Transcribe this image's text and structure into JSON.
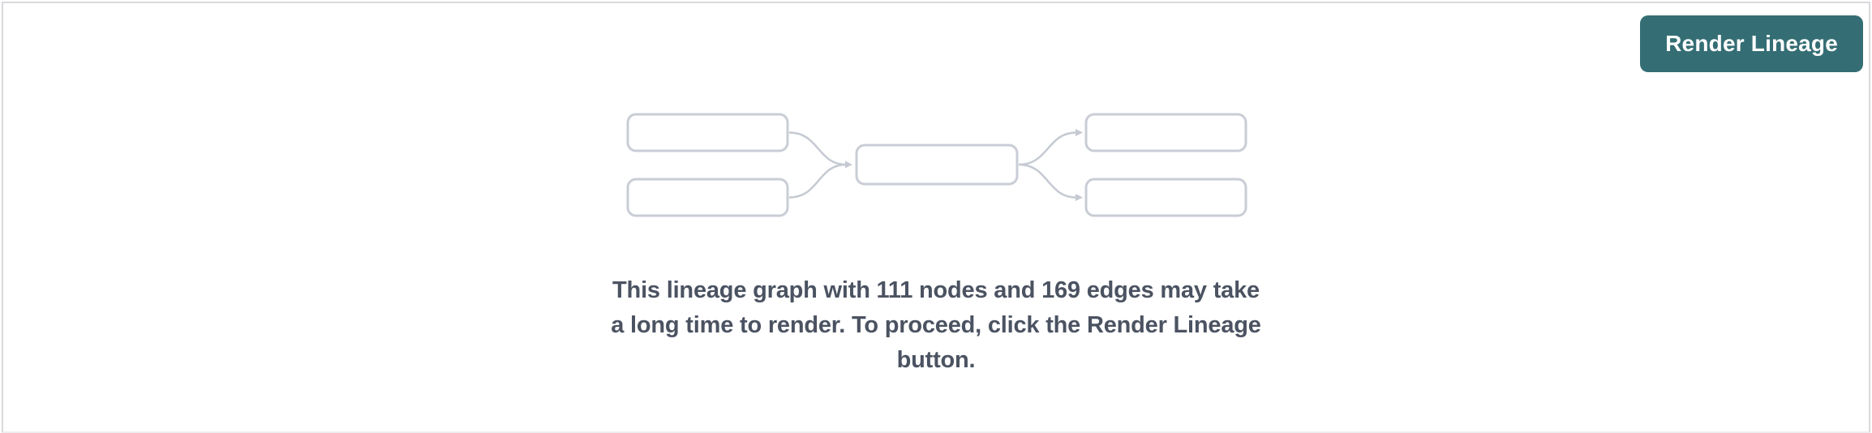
{
  "colors": {
    "accent_teal": "#346e74",
    "panel_border": "#d9d9dd",
    "panel_border_bottom": "#ededf0",
    "box_border": "#c9cdd5",
    "arrow": "#c5cad2",
    "message_text": "#4b5362",
    "button_text": "#ffffff"
  },
  "toolbar": {
    "render_button_label": "Render Lineage"
  },
  "illustration": {
    "name": "lineage-graph-placeholder",
    "upstream_nodes": 2,
    "center_nodes": 1,
    "downstream_nodes": 2,
    "edges": 4
  },
  "message": {
    "text": "This lineage graph with 111 nodes and 169 edges may take a long time to render. To proceed, click the Render Lineage button.",
    "lines": [
      "This lineage graph with 111 nodes and 169 edges may take",
      "a long time to render. To proceed, click the Render Lineage",
      "button."
    ],
    "node_count": "111",
    "edge_count": "169"
  }
}
